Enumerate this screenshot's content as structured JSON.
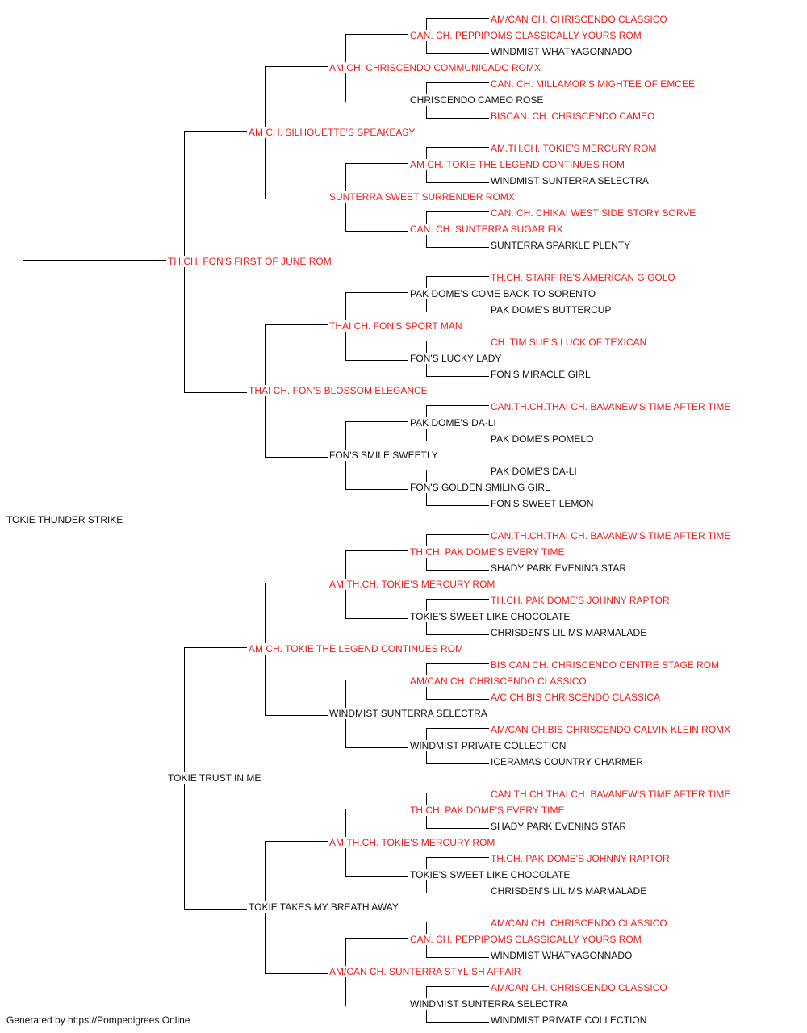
{
  "pedigree": {
    "subject": {
      "name": "TOKIE THUNDER STRIKE",
      "champion": false
    },
    "sire": {
      "name": "TH.CH. FON'S FIRST OF JUNE ROM",
      "champion": true
    },
    "dam": {
      "name": "TOKIE TRUST IN ME",
      "champion": false
    },
    "grandparents": [
      {
        "name": "AM CH. SILHOUETTE'S SPEAKEASY",
        "champion": true
      },
      {
        "name": "THAI CH. FON'S BLOSSOM ELEGANCE",
        "champion": true
      },
      {
        "name": "AM CH. TOKIE THE LEGEND CONTINUES ROM",
        "champion": true
      },
      {
        "name": "TOKIE TAKES MY BREATH AWAY",
        "champion": false
      }
    ],
    "great_grandparents": [
      {
        "name": "AM CH. CHRISCENDO COMMUNICADO ROMX",
        "champion": true
      },
      {
        "name": "SUNTERRA SWEET SURRENDER ROMX",
        "champion": true
      },
      {
        "name": "THAI CH. FON'S SPORT MAN",
        "champion": true
      },
      {
        "name": "FON'S SMILE SWEETLY",
        "champion": false
      },
      {
        "name": "AM.TH.CH. TOKIE'S MERCURY ROM",
        "champion": true
      },
      {
        "name": "WINDMIST SUNTERRA SELECTRA",
        "champion": false
      },
      {
        "name": "AM.TH.CH. TOKIE'S MERCURY ROM",
        "champion": true
      },
      {
        "name": "AM/CAN CH. SUNTERRA STYLISH AFFAIR",
        "champion": true
      }
    ],
    "gen4": [
      {
        "name": "CAN. CH. PEPPIPOMS CLASSICALLY YOURS ROM",
        "champion": true
      },
      {
        "name": "CHRISCENDO CAMEO ROSE",
        "champion": false
      },
      {
        "name": "AM CH. TOKIE THE LEGEND CONTINUES ROM",
        "champion": true
      },
      {
        "name": "CAN. CH. SUNTERRA SUGAR FIX",
        "champion": true
      },
      {
        "name": "PAK DOME'S COME BACK TO SORENTO",
        "champion": false
      },
      {
        "name": "FON'S LUCKY LADY",
        "champion": false
      },
      {
        "name": "PAK DOME'S DA-LI",
        "champion": false
      },
      {
        "name": "FON'S GOLDEN SMILING GIRL",
        "champion": false
      },
      {
        "name": "TH.CH. PAK DOME'S EVERY TIME",
        "champion": true
      },
      {
        "name": "TOKIE'S SWEET LIKE CHOCOLATE",
        "champion": false
      },
      {
        "name": "AM/CAN CH. CHRISCENDO CLASSICO",
        "champion": true
      },
      {
        "name": "WINDMIST PRIVATE COLLECTION",
        "champion": false
      },
      {
        "name": "TH.CH. PAK DOME'S EVERY TIME",
        "champion": true
      },
      {
        "name": "TOKIE'S SWEET LIKE CHOCOLATE",
        "champion": false
      },
      {
        "name": "CAN. CH. PEPPIPOMS CLASSICALLY YOURS ROM",
        "champion": true
      },
      {
        "name": "WINDMIST SUNTERRA SELECTRA",
        "champion": false
      }
    ],
    "gen5": [
      {
        "name": "AM/CAN CH. CHRISCENDO CLASSICO",
        "champion": true
      },
      {
        "name": "WINDMIST WHATYAGONNADO",
        "champion": false
      },
      {
        "name": "CAN. CH. MILLAMOR'S MIGHTEE OF EMCEE",
        "champion": true
      },
      {
        "name": "BISCAN. CH. CHRISCENDO CAMEO",
        "champion": true
      },
      {
        "name": "AM.TH.CH. TOKIE'S MERCURY ROM",
        "champion": true
      },
      {
        "name": "WINDMIST SUNTERRA SELECTRA",
        "champion": false
      },
      {
        "name": "CAN. CH. CHIKAI WEST SIDE STORY SORVE",
        "champion": true
      },
      {
        "name": "SUNTERRA SPARKLE PLENTY",
        "champion": false
      },
      {
        "name": "TH.CH. STARFIRE'S AMERICAN GIGOLO",
        "champion": true
      },
      {
        "name": "PAK DOME'S BUTTERCUP",
        "champion": false
      },
      {
        "name": "CH. TIM SUE'S LUCK OF TEXICAN",
        "champion": true
      },
      {
        "name": "FON'S MIRACLE GIRL",
        "champion": false
      },
      {
        "name": "CAN.TH.CH.THAI CH. BAVANEW'S TIME AFTER TIME",
        "champion": true
      },
      {
        "name": "PAK DOME'S POMELO",
        "champion": false
      },
      {
        "name": "PAK DOME'S DA-LI",
        "champion": false
      },
      {
        "name": "FON'S SWEET LEMON",
        "champion": false
      },
      {
        "name": "CAN.TH.CH.THAI CH. BAVANEW'S TIME AFTER TIME",
        "champion": true
      },
      {
        "name": "SHADY PARK EVENING STAR",
        "champion": false
      },
      {
        "name": "TH.CH. PAK DOME'S JOHNNY RAPTOR",
        "champion": true
      },
      {
        "name": "CHRISDEN'S LIL MS MARMALADE",
        "champion": false
      },
      {
        "name": "BIS CAN CH. CHRISCENDO CENTRE STAGE ROM",
        "champion": true
      },
      {
        "name": "A/C CH.BIS CHRISCENDO CLASSICA",
        "champion": true
      },
      {
        "name": "AM/CAN CH.BIS CHRISCENDO CALVIN KLEIN ROMX",
        "champion": true
      },
      {
        "name": "ICERAMAS COUNTRY CHARMER",
        "champion": false
      },
      {
        "name": "CAN.TH.CH.THAI CH. BAVANEW'S TIME AFTER TIME",
        "champion": true
      },
      {
        "name": "SHADY PARK EVENING STAR",
        "champion": false
      },
      {
        "name": "TH.CH. PAK DOME'S JOHNNY RAPTOR",
        "champion": true
      },
      {
        "name": "CHRISDEN'S LIL MS MARMALADE",
        "champion": false
      },
      {
        "name": "AM/CAN CH. CHRISCENDO CLASSICO",
        "champion": true
      },
      {
        "name": "WINDMIST WHATYAGONNADO",
        "champion": false
      },
      {
        "name": "AM/CAN CH. CHRISCENDO CLASSICO",
        "champion": true
      },
      {
        "name": "WINDMIST PRIVATE COLLECTION",
        "champion": false
      }
    ]
  },
  "colors": {
    "champion": "#ee1c1c",
    "regular": "#111111",
    "line": "#000000"
  },
  "footer": "Generated by https://Pompedigrees.Online"
}
